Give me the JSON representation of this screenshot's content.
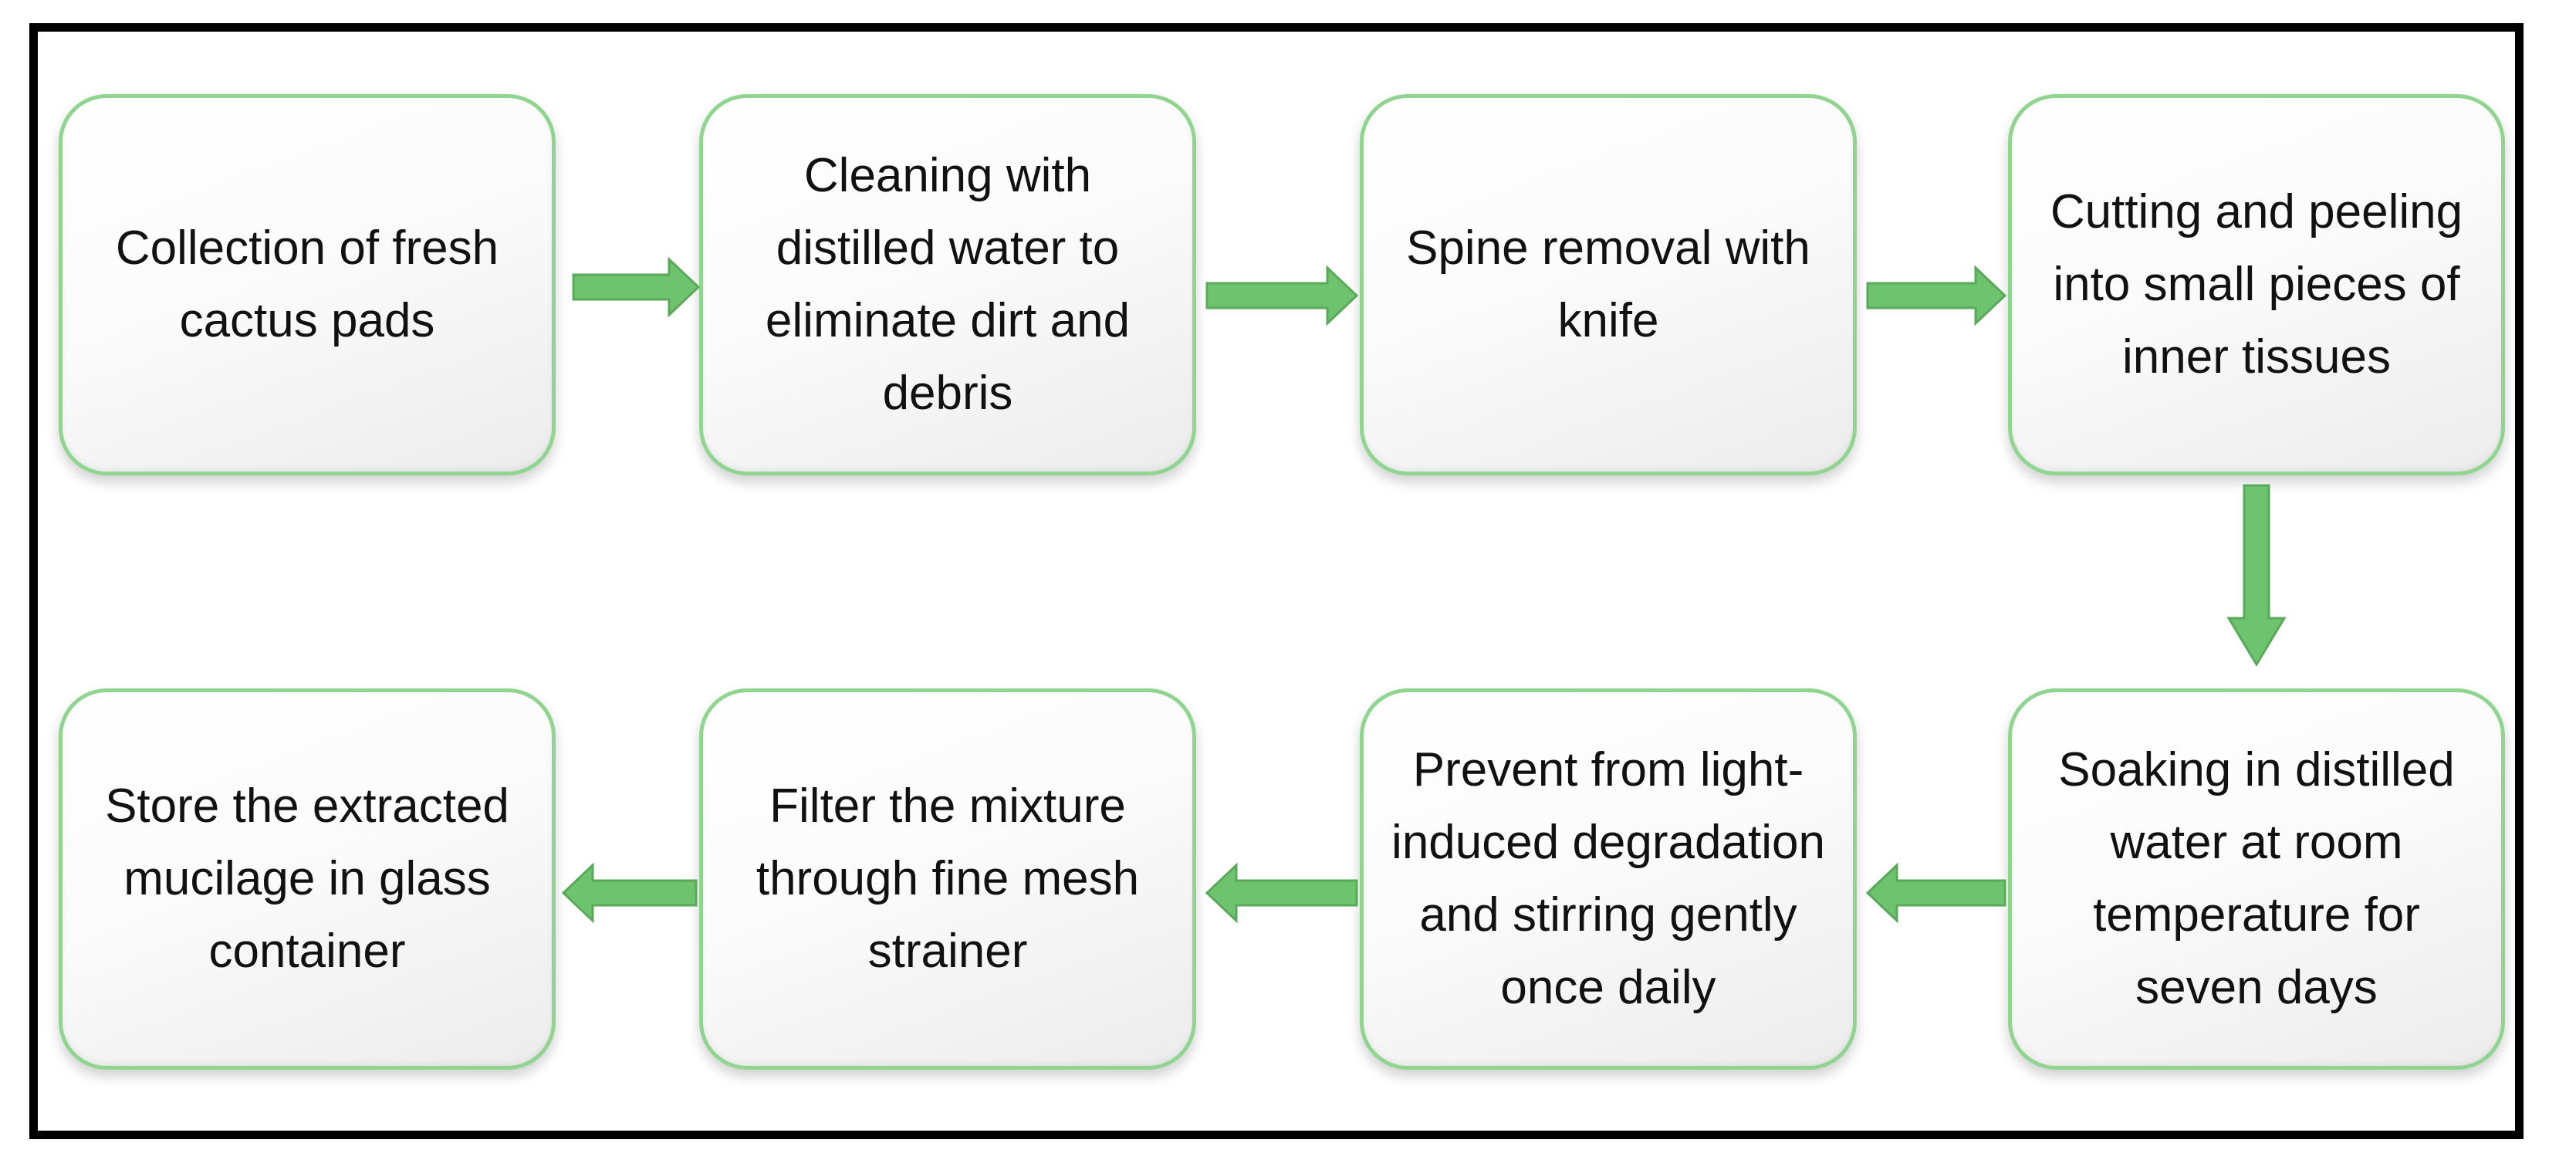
{
  "steps": [
    {
      "text": "Collection of fresh cactus pads"
    },
    {
      "text": "Cleaning with distilled water to eliminate dirt and debris"
    },
    {
      "text": "Spine removal with knife"
    },
    {
      "text": "Cutting and peeling into small pieces of inner tissues"
    },
    {
      "text": "Soaking in distilled water at room temperature for seven days"
    },
    {
      "text": "Prevent from light-induced degradation and stirring gently once daily"
    },
    {
      "text": "Filter the mixture through fine mesh strainer"
    },
    {
      "text": "Store the extracted mucilage in glass container"
    }
  ],
  "colors": {
    "box_border": "#8fd58f",
    "arrow_fill": "#6ec36e",
    "frame": "#000000"
  }
}
